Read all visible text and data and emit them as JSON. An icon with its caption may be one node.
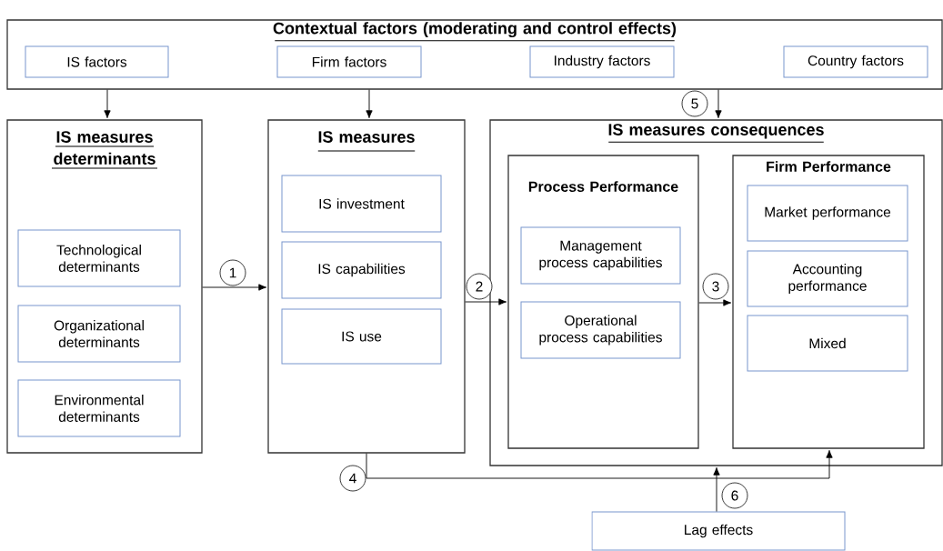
{
  "diagram": {
    "nodes": [
      {
        "text": [
          "Contextual factors (moderating and control effects)"
        ]
      },
      {
        "text": [
          "IS factors"
        ],
        "in": 0
      },
      {
        "text": [
          "Firm factors"
        ],
        "in": 0
      },
      {
        "text": [
          "Industry factors"
        ],
        "in": 0
      },
      {
        "text": [
          "Country factors"
        ],
        "in": 0
      },
      {
        "text": [
          "IS measures determinants"
        ]
      },
      {
        "text": [
          "Technological determinants"
        ],
        "in": 5
      },
      {
        "text": [
          "Organizational determinants"
        ],
        "in": 5
      },
      {
        "text": [
          "Environmental determinants"
        ],
        "in": 5
      },
      {
        "text": [
          "IS measures"
        ]
      },
      {
        "text": [
          "IS investment"
        ],
        "in": 9
      },
      {
        "text": [
          "IS capabilities"
        ],
        "in": 9
      },
      {
        "text": [
          "IS use"
        ],
        "in": 9
      },
      {
        "text": [
          "IS measures consequences"
        ]
      },
      {
        "text": [
          "Process Performance"
        ],
        "in": 13
      },
      {
        "text": [
          "Management process capabilities"
        ],
        "in": 14
      },
      {
        "text": [
          "Operational process capabilities"
        ],
        "in": 14
      },
      {
        "text": [
          "Firm Performance"
        ],
        "in": 13
      },
      {
        "text": [
          "Market performance"
        ],
        "in": 17
      },
      {
        "text": [
          "Accounting performance"
        ],
        "in": 17
      },
      {
        "text": [
          "Mixed"
        ],
        "in": 17
      },
      {
        "text": [
          "Lag effects"
        ]
      }
    ],
    "edges": [
      {
        "from": 0,
        "to": 5,
        "arrow": "to"
      },
      {
        "from": 0,
        "to": 9,
        "arrow": "to"
      },
      {
        "from": 0,
        "to": 13,
        "arrow": "to",
        "label": "5"
      },
      {
        "from": 5,
        "to": 9,
        "arrow": "to",
        "label": "1"
      },
      {
        "from": 9,
        "to": 14,
        "arrow": "to",
        "label": "2"
      },
      {
        "from": 14,
        "to": 17,
        "arrow": "to",
        "label": "3"
      },
      {
        "from": 9,
        "to": 17,
        "arrow": "to",
        "label": "4"
      },
      {
        "from": 21,
        "to": 13,
        "arrow": "to",
        "label": "6"
      }
    ]
  }
}
